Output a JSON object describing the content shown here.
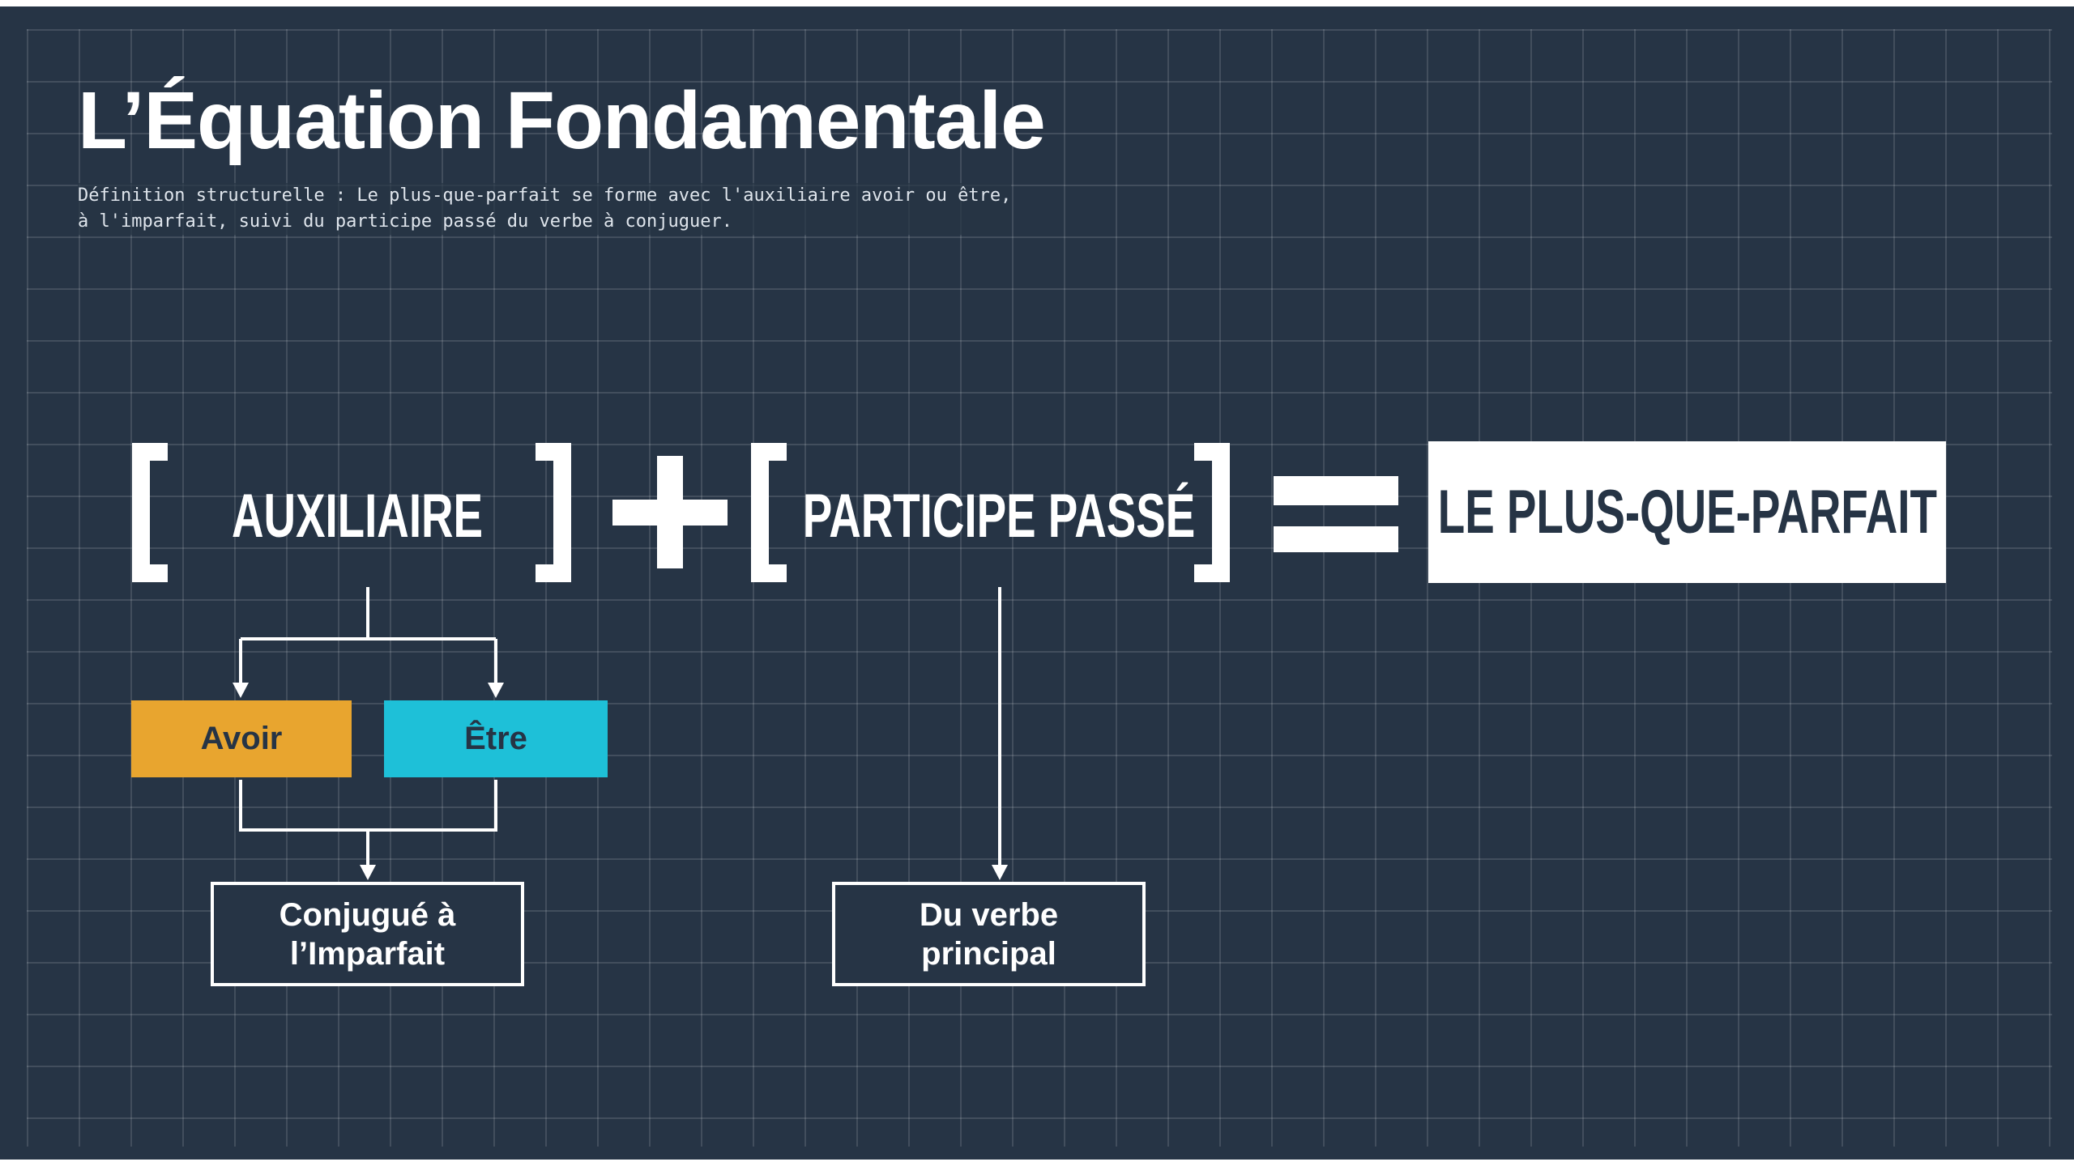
{
  "title": "L’Équation Fondamentale",
  "definition": {
    "line1": "Définition structurelle : Le plus-que-parfait se forme avec l'auxiliaire avoir ou être,",
    "line2": "à l'imparfait, suivi du participe passé du verbe à conjuguer."
  },
  "equation": {
    "term1": "AUXILIAIRE",
    "term2": "PARTICIPE PASSÉ",
    "result": "LE PLUS-QUE-PARFAIT"
  },
  "auxiliaries": [
    {
      "label": "Avoir",
      "color": "#e8a52f"
    },
    {
      "label": "Être",
      "color": "#1ec0d8"
    }
  ],
  "outcomes": {
    "auxiliary_line1": "Conjugué à",
    "auxiliary_line2": "l’Imparfait",
    "participle_line1": "Du verbe",
    "participle_line2": "principal"
  }
}
